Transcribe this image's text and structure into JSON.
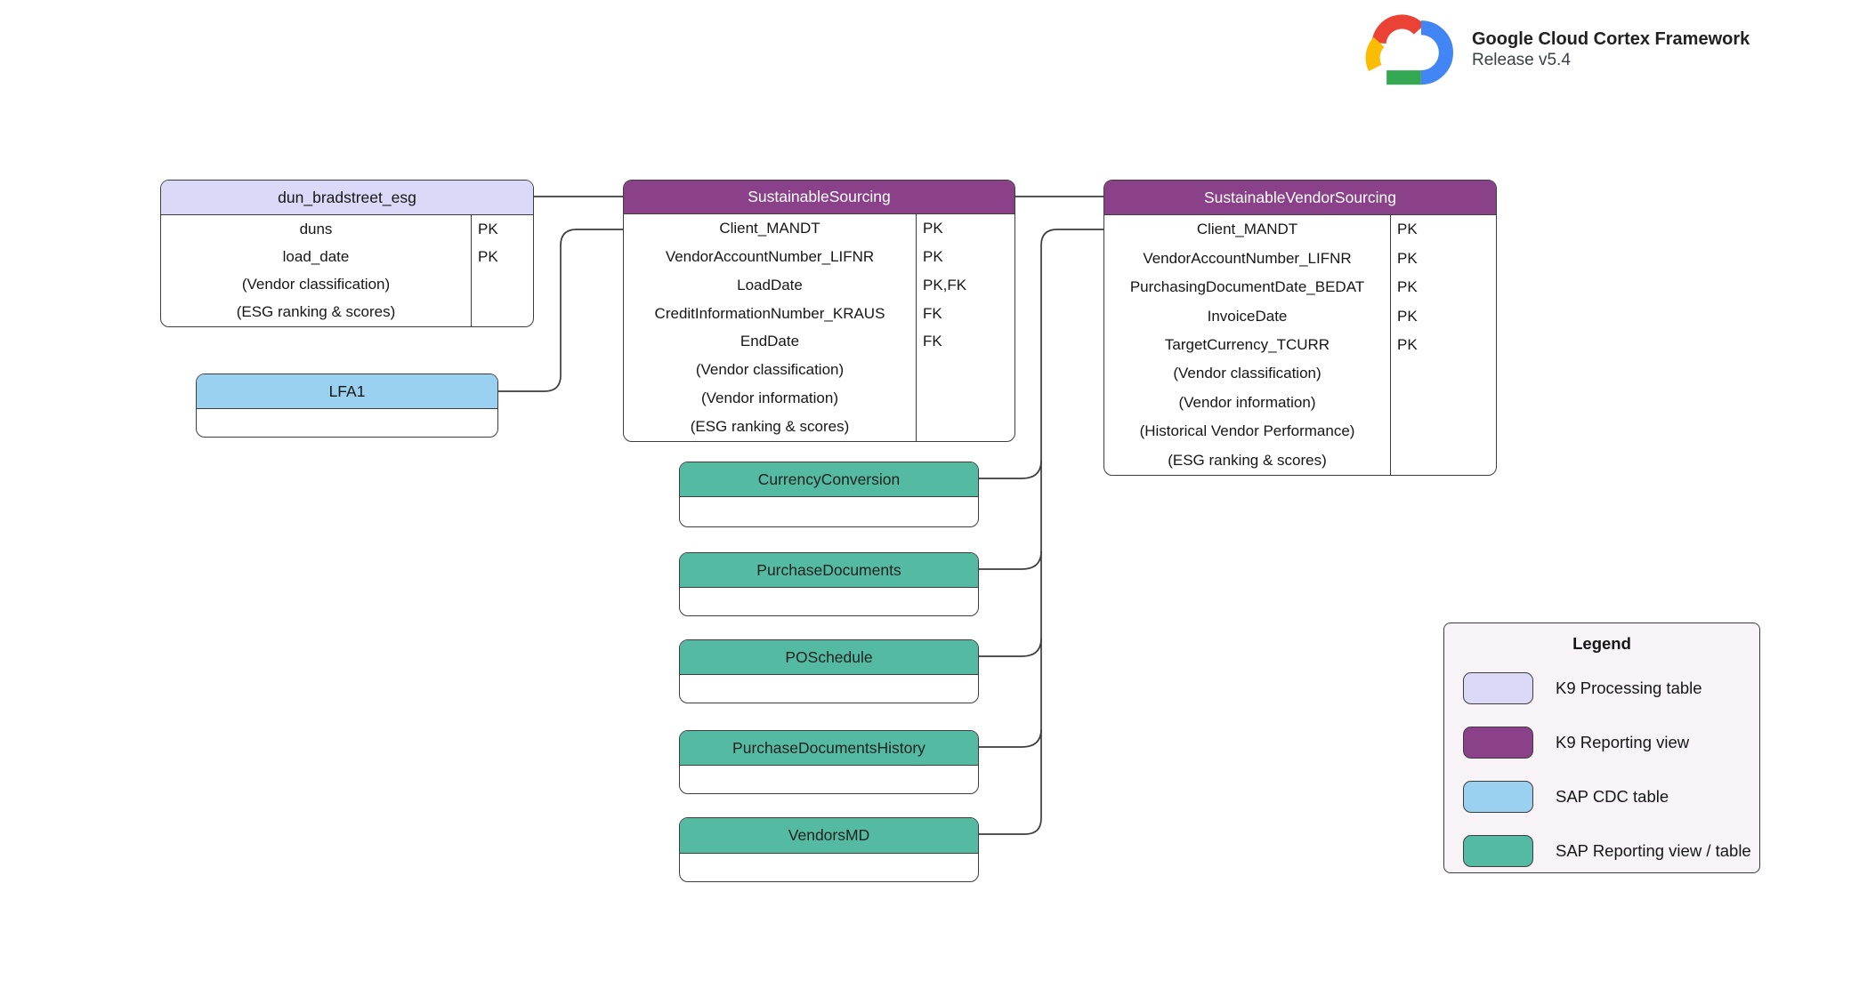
{
  "header": {
    "title": "Google Cloud Cortex Framework",
    "subtitle": "Release v5.4",
    "logo": "google-cloud-logo"
  },
  "colors": {
    "k9_processing_table": "#dcd9f8",
    "k9_reporting_view": "#8b418a",
    "sap_cdc_table": "#9ad1f0",
    "sap_reporting_view_table": "#54bba2",
    "line_and_border": "#3d3d3d",
    "legend_background": "#f8f3f7",
    "google_red": "#ea4335",
    "google_yellow": "#fbbc04",
    "google_green": "#34a853",
    "google_blue": "#4285f4"
  },
  "tables": [
    {
      "title": "dun_bradstreet_esg",
      "type": "K9 Processing table",
      "rows": [
        {
          "name": "duns",
          "key": "PK"
        },
        {
          "name": "load_date",
          "key": "PK"
        },
        {
          "name": "(Vendor classification)",
          "key": ""
        },
        {
          "name": "(ESG ranking & scores)",
          "key": ""
        }
      ]
    },
    {
      "title": "SustainableSourcing",
      "type": "K9 Reporting view",
      "rows": [
        {
          "name": "Client_MANDT",
          "key": "PK"
        },
        {
          "name": "VendorAccountNumber_LIFNR",
          "key": "PK"
        },
        {
          "name": "LoadDate",
          "key": "PK,FK"
        },
        {
          "name": "CreditInformationNumber_KRAUS",
          "key": "FK"
        },
        {
          "name": "EndDate",
          "key": "FK"
        },
        {
          "name": "(Vendor classification)",
          "key": ""
        },
        {
          "name": "(Vendor information)",
          "key": ""
        },
        {
          "name": "(ESG ranking & scores)",
          "key": ""
        }
      ]
    },
    {
      "title": "SustainableVendorSourcing",
      "type": "K9 Reporting view",
      "rows": [
        {
          "name": "Client_MANDT",
          "key": "PK"
        },
        {
          "name": "VendorAccountNumber_LIFNR",
          "key": "PK"
        },
        {
          "name": "PurchasingDocumentDate_BEDAT",
          "key": "PK"
        },
        {
          "name": "InvoiceDate",
          "key": "PK"
        },
        {
          "name": "TargetCurrency_TCURR",
          "key": "PK"
        },
        {
          "name": "(Vendor classification)",
          "key": ""
        },
        {
          "name": "(Vendor information)",
          "key": ""
        },
        {
          "name": "(Historical Vendor Performance)",
          "key": ""
        },
        {
          "name": "(ESG ranking & scores)",
          "key": ""
        }
      ]
    },
    {
      "title": "LFA1",
      "type": "SAP CDC table",
      "rows": []
    },
    {
      "title": "CurrencyConversion",
      "type": "SAP Reporting view / table",
      "rows": []
    },
    {
      "title": "PurchaseDocuments",
      "type": "SAP Reporting view / table",
      "rows": []
    },
    {
      "title": "POSchedule",
      "type": "SAP Reporting view / table",
      "rows": []
    },
    {
      "title": "PurchaseDocumentsHistory",
      "type": "SAP Reporting view / table",
      "rows": []
    },
    {
      "title": "VendorsMD",
      "type": "SAP Reporting view / table",
      "rows": []
    }
  ],
  "legend": {
    "title": "Legend",
    "items": [
      {
        "label": "K9 Processing table"
      },
      {
        "label": "K9 Reporting view"
      },
      {
        "label": "SAP CDC table"
      },
      {
        "label": "SAP Reporting view / table"
      }
    ]
  }
}
